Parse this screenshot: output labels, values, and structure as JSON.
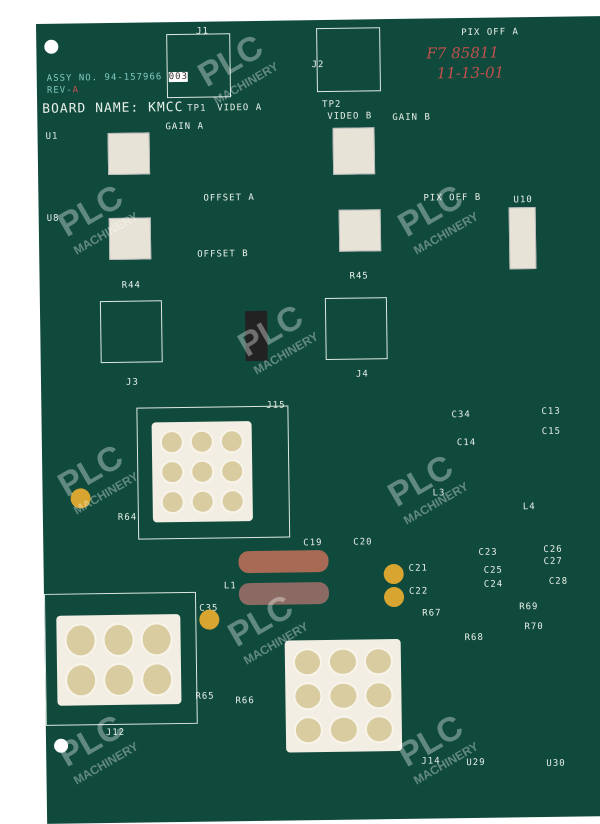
{
  "board": {
    "assy": "ASSY NO. 94-157966",
    "assy_tag": "003",
    "rev": "REV-",
    "rev_mark": "A",
    "name": "BOARD NAME:  KMCC",
    "labels": [
      "J1",
      "J2",
      "TP1",
      "VIDEO A",
      "TP2",
      "VIDEO B",
      "GAIN A",
      "GAIN B",
      "OFFSET A",
      "OFFSET B",
      "PIX OFF A",
      "PIX OFF B",
      "J3",
      "J4",
      "J15",
      "J12",
      "J14",
      "U29",
      "U30",
      "U1",
      "U8",
      "U10",
      "R44",
      "R45",
      "R64",
      "R65",
      "R66",
      "R67",
      "R68",
      "R69",
      "R70",
      "C19",
      "C20",
      "C21",
      "C22",
      "C23",
      "C24",
      "C25",
      "C26",
      "C27",
      "C28",
      "C34",
      "C35",
      "C14",
      "C15",
      "C13",
      "L3",
      "L4",
      "L1"
    ],
    "handwriting": [
      "F7 85811",
      "11-13-01"
    ]
  },
  "watermark": {
    "brand": "PLC",
    "sub": "MACHINERY"
  }
}
